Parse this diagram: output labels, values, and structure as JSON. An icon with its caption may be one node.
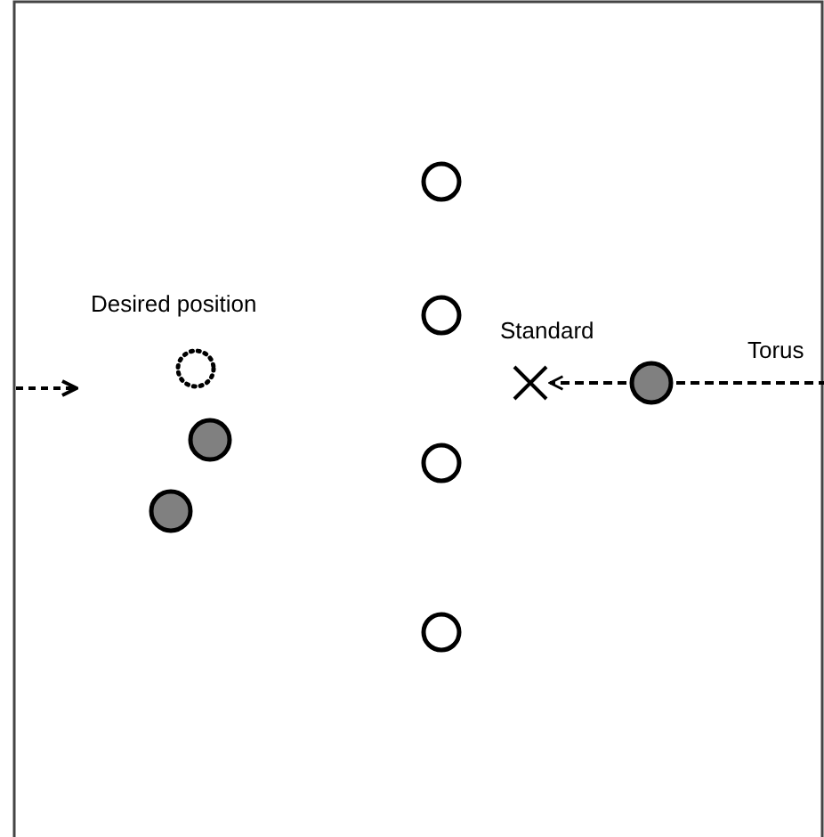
{
  "diagram": {
    "nodes": [
      {
        "text": [],
        "shape": "circle"
      },
      {
        "text": [],
        "shape": "circle"
      },
      {
        "text": [],
        "shape": "circle",
        "beside": [
          "Desired position"
        ]
      },
      {
        "text": [],
        "shape": "cross",
        "beside": [
          "Standard"
        ]
      },
      {
        "text": [],
        "shape": "circle"
      },
      {
        "text": [],
        "shape": "circle"
      },
      {
        "text": [],
        "shape": "circle"
      },
      {
        "text": [],
        "shape": "circle"
      },
      {
        "text": [],
        "shape": "circle"
      }
    ],
    "edges": [
      {
        "from": 4,
        "to": 3,
        "arrow": "to",
        "style": "dashed"
      },
      {
        "from": 4,
        "to": null,
        "arrow": "none",
        "style": "dashed",
        "label": "Torus"
      }
    ]
  }
}
